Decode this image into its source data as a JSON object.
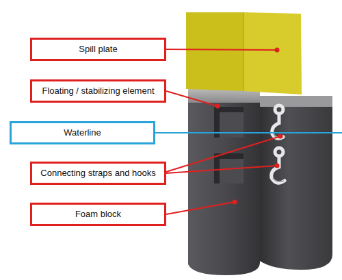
{
  "diagram": {
    "nodes": [
      {
        "text": [
          "Spill plate"
        ]
      },
      {
        "text": [
          "Floating / stabilizing element"
        ]
      },
      {
        "text": [
          "Waterline"
        ]
      },
      {
        "text": [
          "Connecting straps and hooks"
        ]
      },
      {
        "text": [
          "Foam block"
        ]
      }
    ]
  }
}
